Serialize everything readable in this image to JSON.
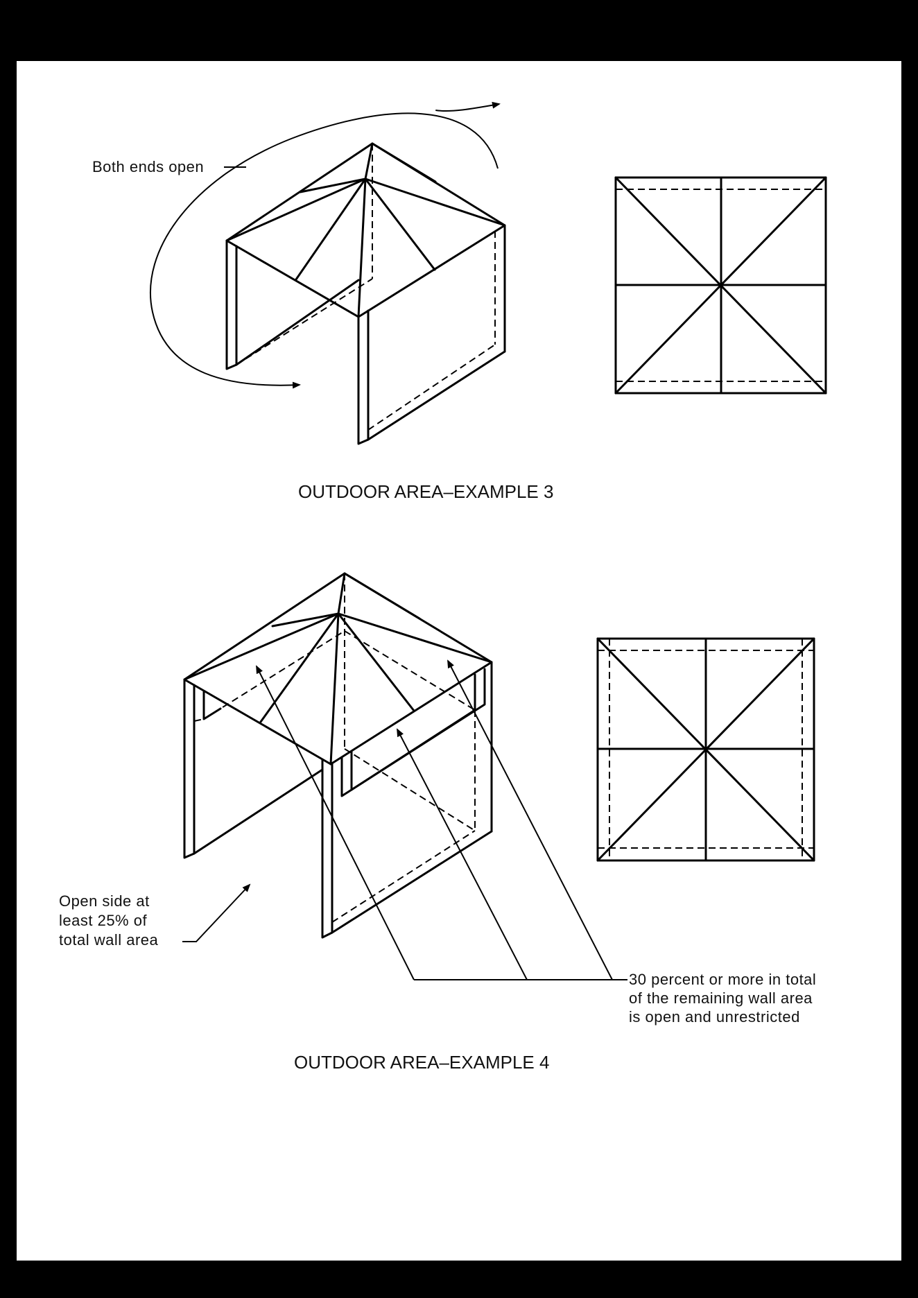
{
  "example3": {
    "label_ends": "Both ends open",
    "caption": "OUTDOOR AREA–EXAMPLE 3"
  },
  "example4": {
    "label_open_side": [
      "Open side at",
      "least 25% of",
      "total wall area"
    ],
    "label_remaining": [
      "30 percent or more in total",
      "of the remaining wall area",
      "is open and unrestricted"
    ],
    "caption": "OUTDOOR AREA–EXAMPLE 4"
  }
}
